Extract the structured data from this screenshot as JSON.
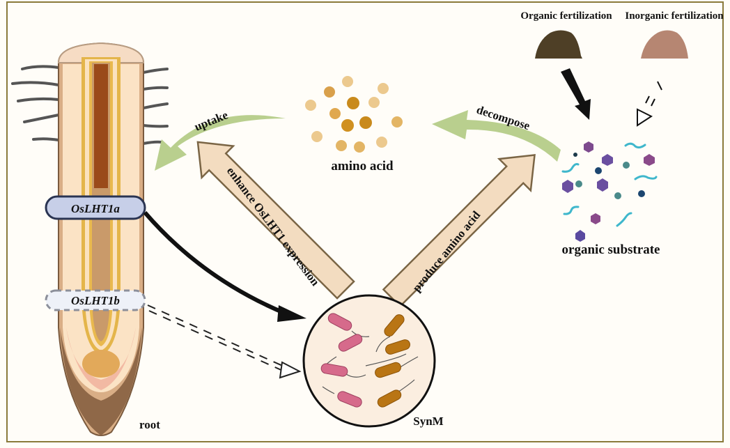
{
  "labels": {
    "organic_fertilization": "Organic fertilization",
    "inorganic_fertilization": "Inorganic fertilization",
    "uptake": "uptake",
    "decompose": "decompose",
    "amino_acid": "amino acid",
    "organic_substrate": "organic substrate",
    "gene_a": "OsLHT1a",
    "gene_b": "OsLHT1b",
    "enhance_arrow": "enhance OsLHT1 expression",
    "produce_arrow": "produce amino acid",
    "synm": "SynM",
    "root": "root"
  },
  "colors": {
    "frame": "#8a7a3a",
    "green_arrow": "#b9cf8e",
    "beige_arrow_fill": "#f3dcc0",
    "beige_arrow_stroke": "#7a6545",
    "gene_a_fill": "#c7cfe8",
    "gene_b_fill": "#eef1f8",
    "organic_pile": "#4e3f26",
    "inorganic_pile": "#b68672",
    "pink_bacteria": "#d66a8b",
    "brown_bacteria": "#b97514"
  }
}
